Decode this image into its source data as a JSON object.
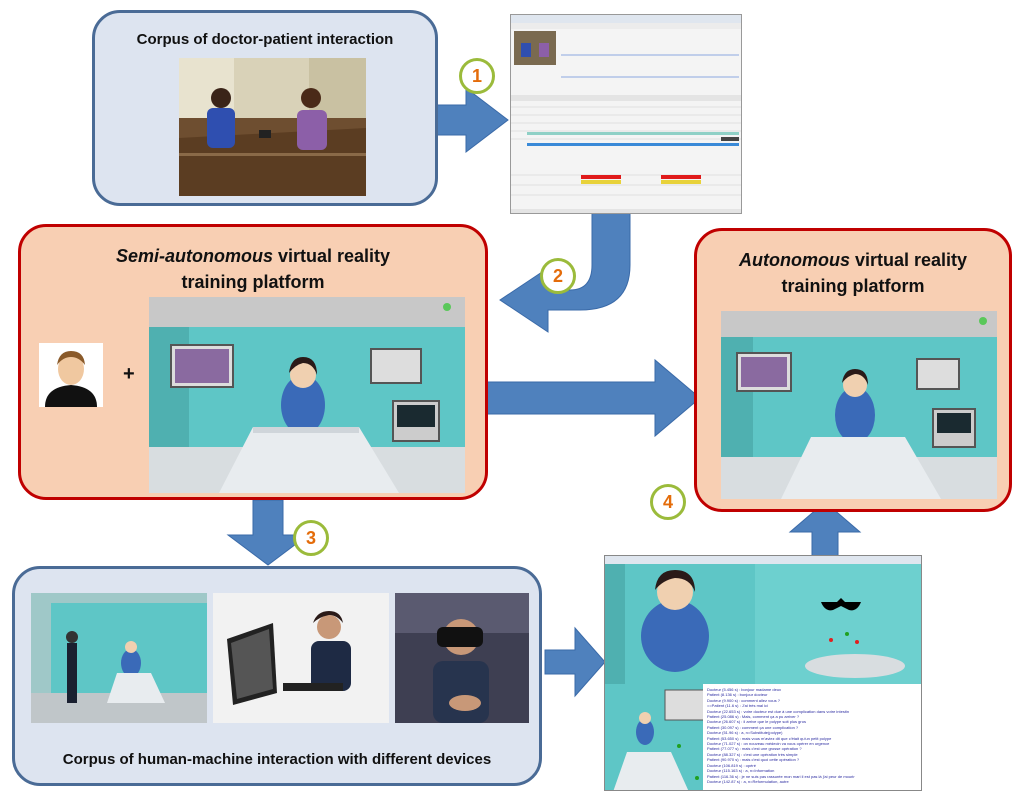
{
  "boxes": {
    "doctor_patient_corpus": {
      "title": "Corpus of doctor-patient interaction"
    },
    "semi_autonomous": {
      "title_italic": "Semi-autonomous",
      "title_rest": " virtual reality",
      "title_line2": "training platform",
      "plus": "+"
    },
    "autonomous": {
      "title_italic": "Autonomous",
      "title_rest": " virtual reality",
      "title_line2": "training platform"
    },
    "human_machine_corpus": {
      "title": "Corpus of human-machine interaction with different devices"
    }
  },
  "steps": [
    "1",
    "2",
    "3",
    "4"
  ],
  "chat_log": [
    "Docteur (5.456 s) : bonjour madame deux",
    "Patient (8.136 s) : bonjour  docteur",
    "Docteur (9.900 s) : comment allez vous ?",
    "==Patient (11.6 s) : J'ai très mal ici",
    "Docteur (22.653 s) : votre docteur est due à une complication dans votre intestin",
    "Patient (25.086 s) : Mais, comment ça a pu arriver ?",
    "Docteur (26.607 s) : il arrive que le polype soit plus gros",
    "Patient (30.097 s) : comment ça une complication ?",
    "Docteur (51.96 s) : a, n=Substitute(polype)",
    "Patient (53.650 s) : mais vous m'aviez dit que c'était qu'un petit polype",
    "Docteur (71.027 s) : on nouveau médecin va vous opérer en urgence",
    "Patient (77.077 s) : mais c'est une grosse opération ?",
    "Docteur (88.327 s) : c'est une opération très simple",
    "Patient (90.970 s) : mais c'est quoi cette opération ?",
    "Docteur (106.819 s) : opéré",
    "Docteur (115.163 s) : a, n=Information",
    "Patient (116.36 s) : je ne suis pas rassurée mon mari il est pas là j'ai peur de mourir",
    "Docteur (142.87 s) : a, n=Reformulation, autre"
  ],
  "colors": {
    "blue_box_fill": "#dde4f0",
    "blue_box_border": "#4a6b96",
    "red_box_fill": "#f8cfb3",
    "red_box_border": "#c00000",
    "arrow": "#4f81bd",
    "step_circle": "#9bbb3b",
    "step_number": "#e46c0a",
    "room_wall": "#5ec6c6"
  }
}
